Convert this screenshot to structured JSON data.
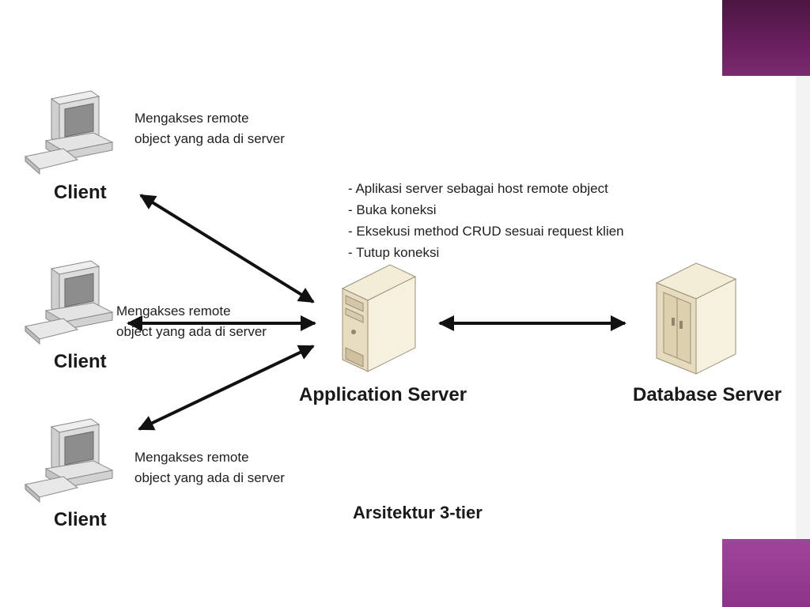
{
  "clients": [
    {
      "label": "Client",
      "note": [
        "Mengakses remote",
        "object yang ada di server"
      ]
    },
    {
      "label": "Client",
      "note": [
        "Mengakses remote",
        "object yang ada di server"
      ]
    },
    {
      "label": "Client",
      "note": [
        "Mengakses remote",
        "object yang ada di server"
      ]
    }
  ],
  "application_server": {
    "label": "Application Server",
    "bullets": [
      "- Aplikasi server sebagai host remote object",
      "- Buka koneksi",
      "- Eksekusi method CRUD sesuai request klien",
      "- Tutup koneksi"
    ]
  },
  "database_server": {
    "label": "Database Server"
  },
  "caption": "Arsitektur 3-tier",
  "icons": {
    "client": "desktop-computer-icon",
    "app_server": "server-tower-icon",
    "db_server": "database-server-icon"
  },
  "colors": {
    "accent_dark": "#4a1640",
    "accent_light": "#a0449a",
    "arrow": "#111111"
  }
}
